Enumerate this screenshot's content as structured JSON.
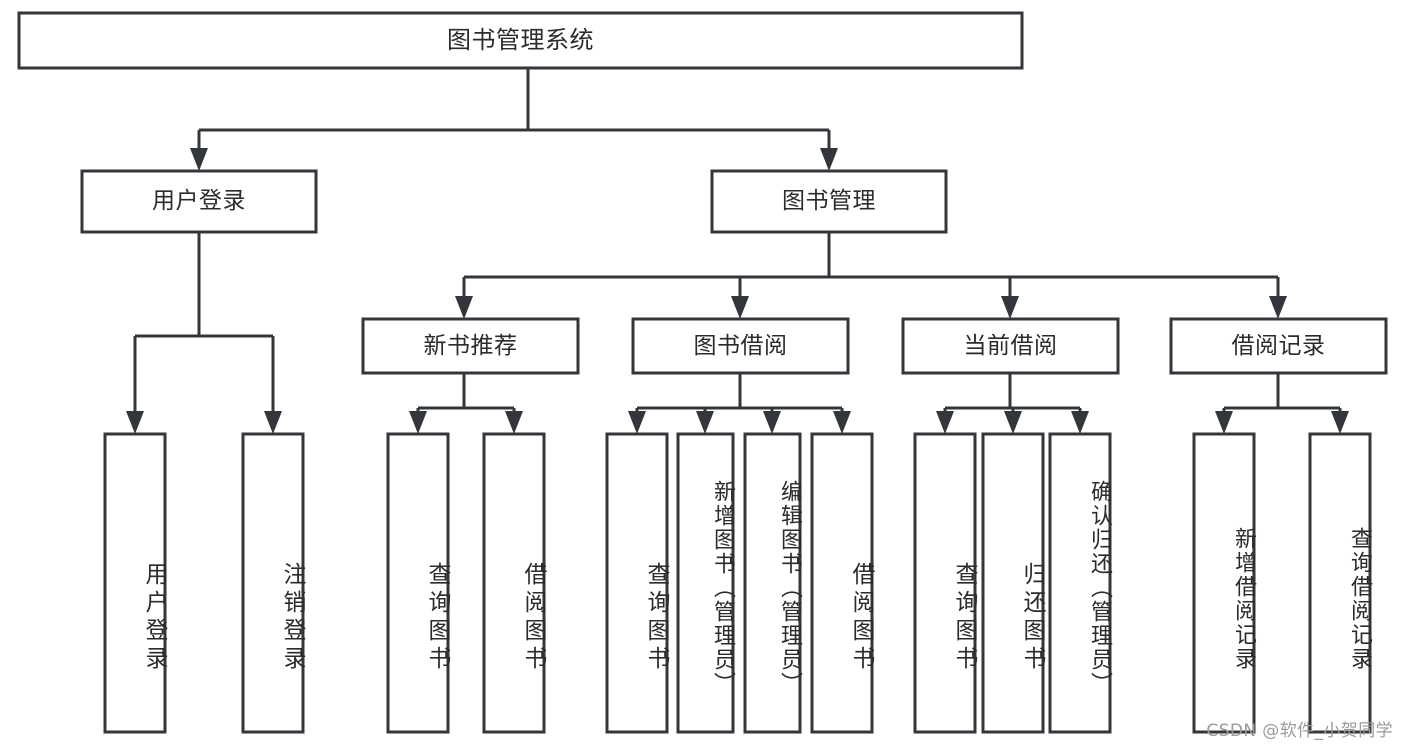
{
  "diagram": {
    "type": "tree",
    "title": "图书管理系统",
    "theme": {
      "box_stroke": "#33373b",
      "box_fill": "#ffffff",
      "text_color": "#2b2b2b",
      "background": "#ffffff",
      "watermark_color": "#9a9a9a"
    },
    "nodes": {
      "root": {
        "label": "图书管理系统",
        "orientation": "horizontal",
        "level": 0
      },
      "n_user_login": {
        "label": "用户登录",
        "orientation": "horizontal",
        "level": 1
      },
      "n_book_mgmt": {
        "label": "图书管理",
        "orientation": "horizontal",
        "level": 1
      },
      "n_new_book_rec": {
        "label": "新书推荐",
        "orientation": "horizontal",
        "level": 2
      },
      "n_book_borrow": {
        "label": "图书借阅",
        "orientation": "horizontal",
        "level": 2
      },
      "n_current_borrow": {
        "label": "当前借阅",
        "orientation": "horizontal",
        "level": 2
      },
      "n_borrow_record": {
        "label": "借阅记录",
        "orientation": "horizontal",
        "level": 2
      },
      "l_user_login": {
        "label": "用户登录",
        "orientation": "vertical",
        "level": 3
      },
      "l_logout": {
        "label": "注销登录",
        "orientation": "vertical",
        "level": 3
      },
      "l_query_book_1": {
        "label": "查询图书",
        "orientation": "vertical",
        "level": 3
      },
      "l_borrow_book_1": {
        "label": "借阅图书",
        "orientation": "vertical",
        "level": 3
      },
      "l_query_book_2": {
        "label": "查询图书",
        "orientation": "vertical",
        "level": 3
      },
      "l_add_book_admin": {
        "label": "新增图书（管理员）",
        "orientation": "vertical",
        "level": 3
      },
      "l_edit_book_admin": {
        "label": "编辑图书（管理员）",
        "orientation": "vertical",
        "level": 3
      },
      "l_borrow_book_2": {
        "label": "借阅图书",
        "orientation": "vertical",
        "level": 3
      },
      "l_query_book_3": {
        "label": "查询图书",
        "orientation": "vertical",
        "level": 3
      },
      "l_return_book": {
        "label": "归还图书",
        "orientation": "vertical",
        "level": 3
      },
      "l_confirm_return_admin": {
        "label": "确认归还（管理员）",
        "orientation": "vertical",
        "level": 3
      },
      "l_add_record": {
        "label": "新增借阅记录",
        "orientation": "vertical",
        "level": 3
      },
      "l_query_record": {
        "label": "查询借阅记录",
        "orientation": "vertical",
        "level": 3
      }
    },
    "edges": [
      {
        "from": "root",
        "to": "n_user_login"
      },
      {
        "from": "root",
        "to": "n_book_mgmt"
      },
      {
        "from": "n_user_login",
        "to": "l_user_login"
      },
      {
        "from": "n_user_login",
        "to": "l_logout"
      },
      {
        "from": "n_book_mgmt",
        "to": "n_new_book_rec"
      },
      {
        "from": "n_book_mgmt",
        "to": "n_book_borrow"
      },
      {
        "from": "n_book_mgmt",
        "to": "n_current_borrow"
      },
      {
        "from": "n_book_mgmt",
        "to": "n_borrow_record"
      },
      {
        "from": "n_new_book_rec",
        "to": "l_query_book_1"
      },
      {
        "from": "n_new_book_rec",
        "to": "l_borrow_book_1"
      },
      {
        "from": "n_book_borrow",
        "to": "l_query_book_2"
      },
      {
        "from": "n_book_borrow",
        "to": "l_add_book_admin"
      },
      {
        "from": "n_book_borrow",
        "to": "l_edit_book_admin"
      },
      {
        "from": "n_book_borrow",
        "to": "l_borrow_book_2"
      },
      {
        "from": "n_current_borrow",
        "to": "l_query_book_3"
      },
      {
        "from": "n_current_borrow",
        "to": "l_return_book"
      },
      {
        "from": "n_current_borrow",
        "to": "l_confirm_return_admin"
      },
      {
        "from": "n_borrow_record",
        "to": "l_add_record"
      },
      {
        "from": "n_borrow_record",
        "to": "l_query_record"
      }
    ]
  },
  "watermark": {
    "text": "CSDN @软件_小贺同学"
  }
}
